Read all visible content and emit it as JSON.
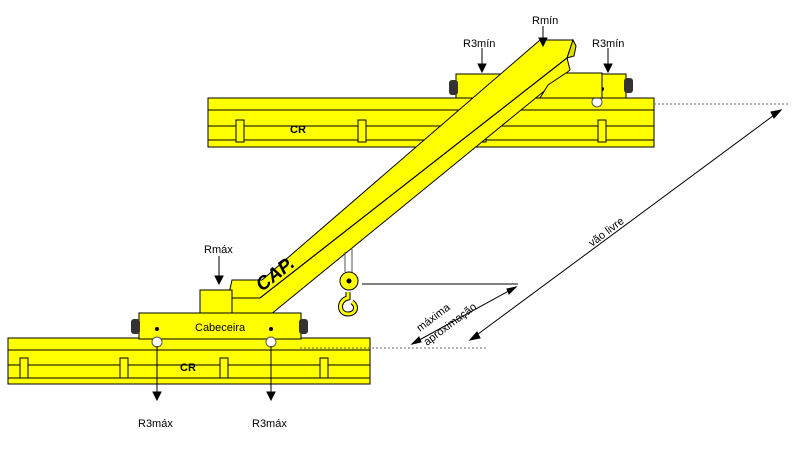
{
  "labels": {
    "r3min_left": "R3mín",
    "rmin": "Rmín",
    "r3min_right": "R3mín",
    "cr_top": "CR",
    "cr_bottom": "CR",
    "cabeceira": "Cabeceira",
    "cap": "CAP.",
    "rmax": "Rmáx",
    "r3max_left": "R3máx",
    "r3max_right": "R3máx",
    "vao_livre": "vão livre",
    "maxima": "máxima",
    "aproximacao": "aproximação"
  },
  "colors": {
    "crane_yellow": "#FFFF00",
    "outline": "#000000",
    "wheel_dark": "#333333"
  }
}
